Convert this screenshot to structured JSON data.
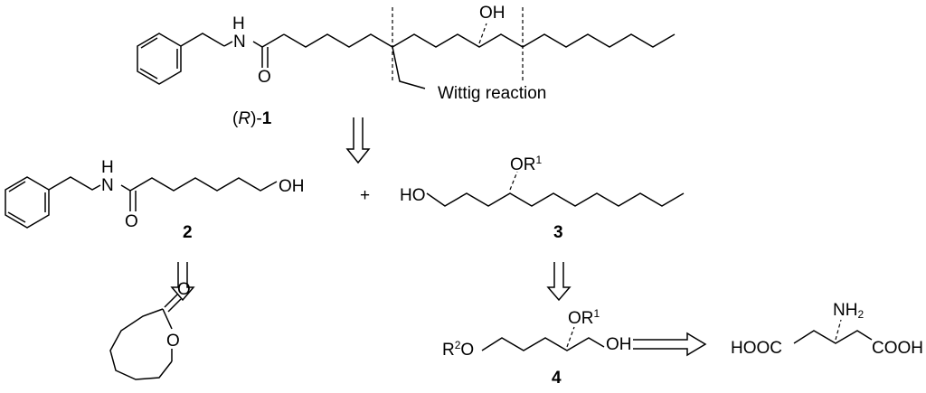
{
  "scheme": {
    "annotation": "Wittig reaction",
    "compound_1": {
      "stereo": "R",
      "number": "1",
      "atoms": {
        "N": "N",
        "H": "H",
        "O": "O",
        "OH": "OH"
      }
    },
    "compound_2": {
      "number": "2",
      "atoms": {
        "N": "N",
        "H": "H",
        "O": "O",
        "OH": "OH"
      }
    },
    "plus": "+",
    "compound_3": {
      "number": "3",
      "atoms": {
        "HO": "HO",
        "O": "O",
        "R": "R",
        "sup": "1"
      }
    },
    "compound_4": {
      "number": "4",
      "atoms": {
        "R2_R": "R",
        "R2_sup": "2",
        "R2_O": "O",
        "OR_O": "O",
        "OR_R": "R",
        "OR_sup": "1",
        "OH": "OH"
      }
    },
    "caprolactone": {
      "atoms": {
        "O_carbonyl": "O",
        "O_ring": "O"
      }
    },
    "glutamic_acid": {
      "atoms": {
        "N": "NH",
        "sub": "2",
        "left": "HOOC",
        "right": "COOH"
      }
    }
  }
}
